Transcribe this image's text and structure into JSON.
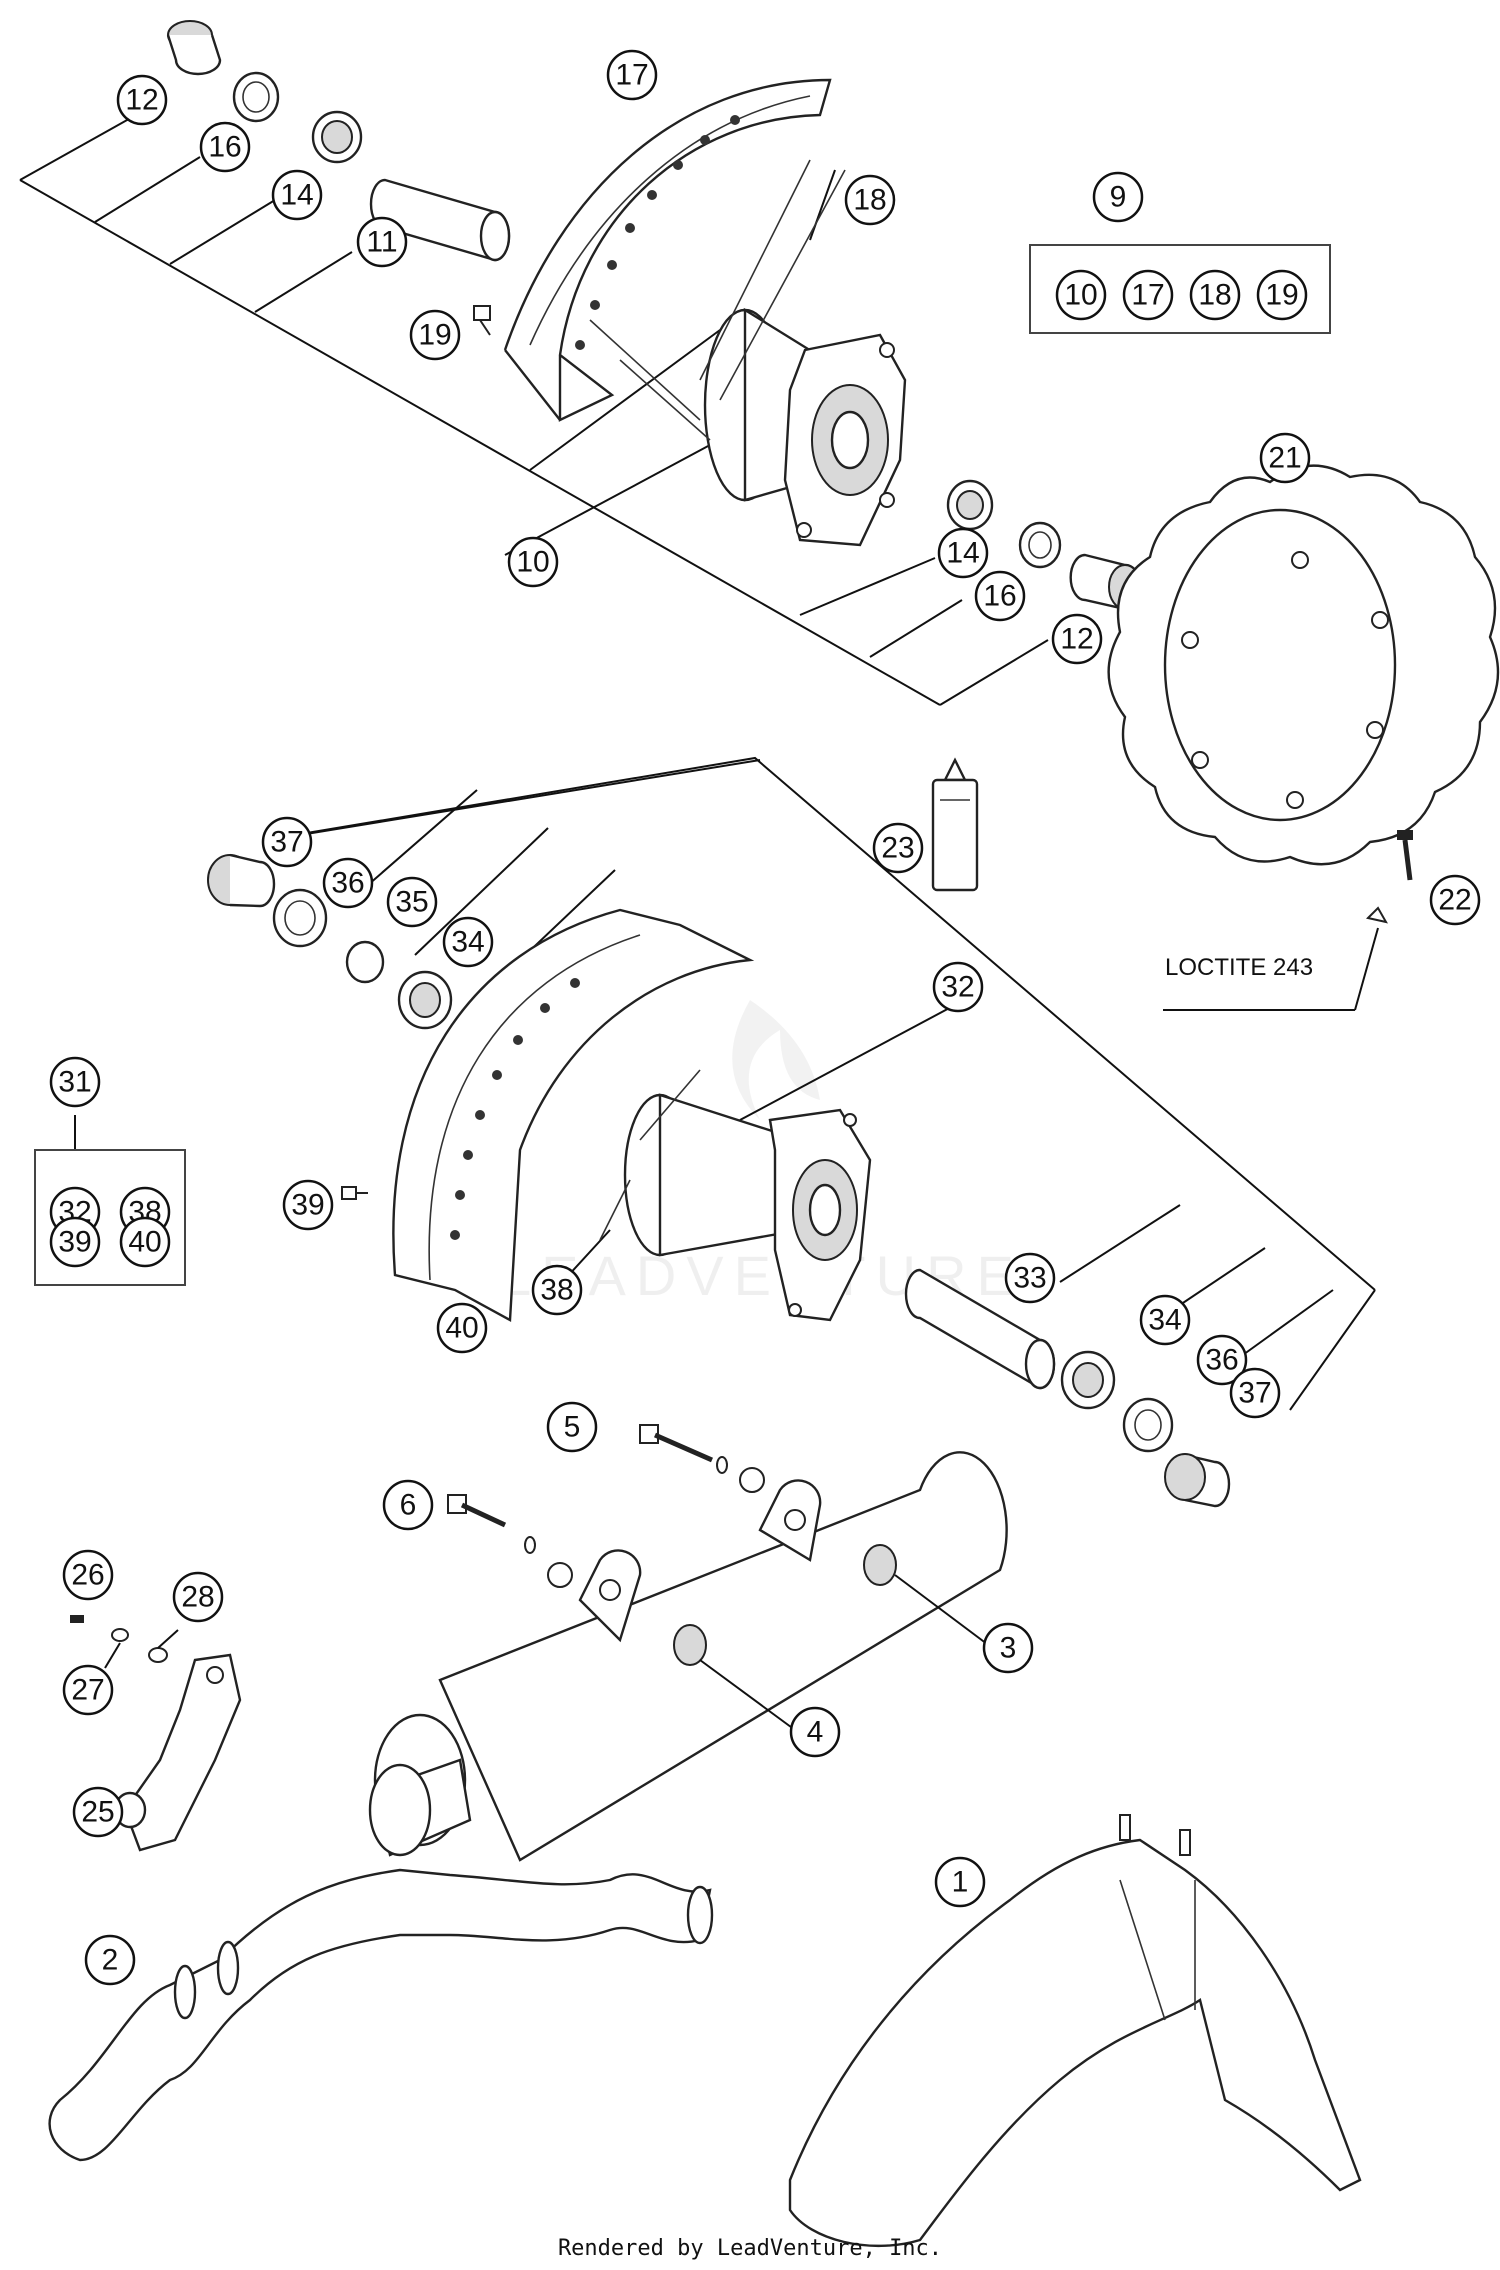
{
  "diagram": {
    "note": "LOCTITE 243",
    "watermark": "LEADVENTURE",
    "footer": "Rendered by LeadVenture, Inc.",
    "front_kit": {
      "parent": "9",
      "contents": [
        "10",
        "17",
        "18",
        "19"
      ]
    },
    "rear_kit": {
      "parent": "31",
      "contents": [
        "32",
        "38",
        "39",
        "40"
      ]
    },
    "labels": {
      "p1": "1",
      "p2": "2",
      "p3": "3",
      "p4": "4",
      "p5": "5",
      "p6": "6",
      "p9": "9",
      "k10": "10",
      "k17": "17",
      "k18": "18",
      "k19": "19",
      "f12a": "12",
      "f16a": "16",
      "f14a": "14",
      "f11": "11",
      "f17": "17",
      "f18": "18",
      "f19": "19",
      "f10": "10",
      "f14b": "14",
      "f16b": "16",
      "f12b": "12",
      "d21": "21",
      "d22": "22",
      "t23": "23",
      "r37a": "37",
      "r36a": "36",
      "r35": "35",
      "r34a": "34",
      "r32": "32",
      "r31": "31",
      "k32": "32",
      "k38": "38",
      "k39": "39",
      "k40": "40",
      "r39": "39",
      "r38": "38",
      "r40": "40",
      "r33": "33",
      "r34b": "34",
      "r36b": "36",
      "r37b": "37",
      "g26": "26",
      "g27": "27",
      "g28": "28",
      "g25": "25"
    }
  }
}
